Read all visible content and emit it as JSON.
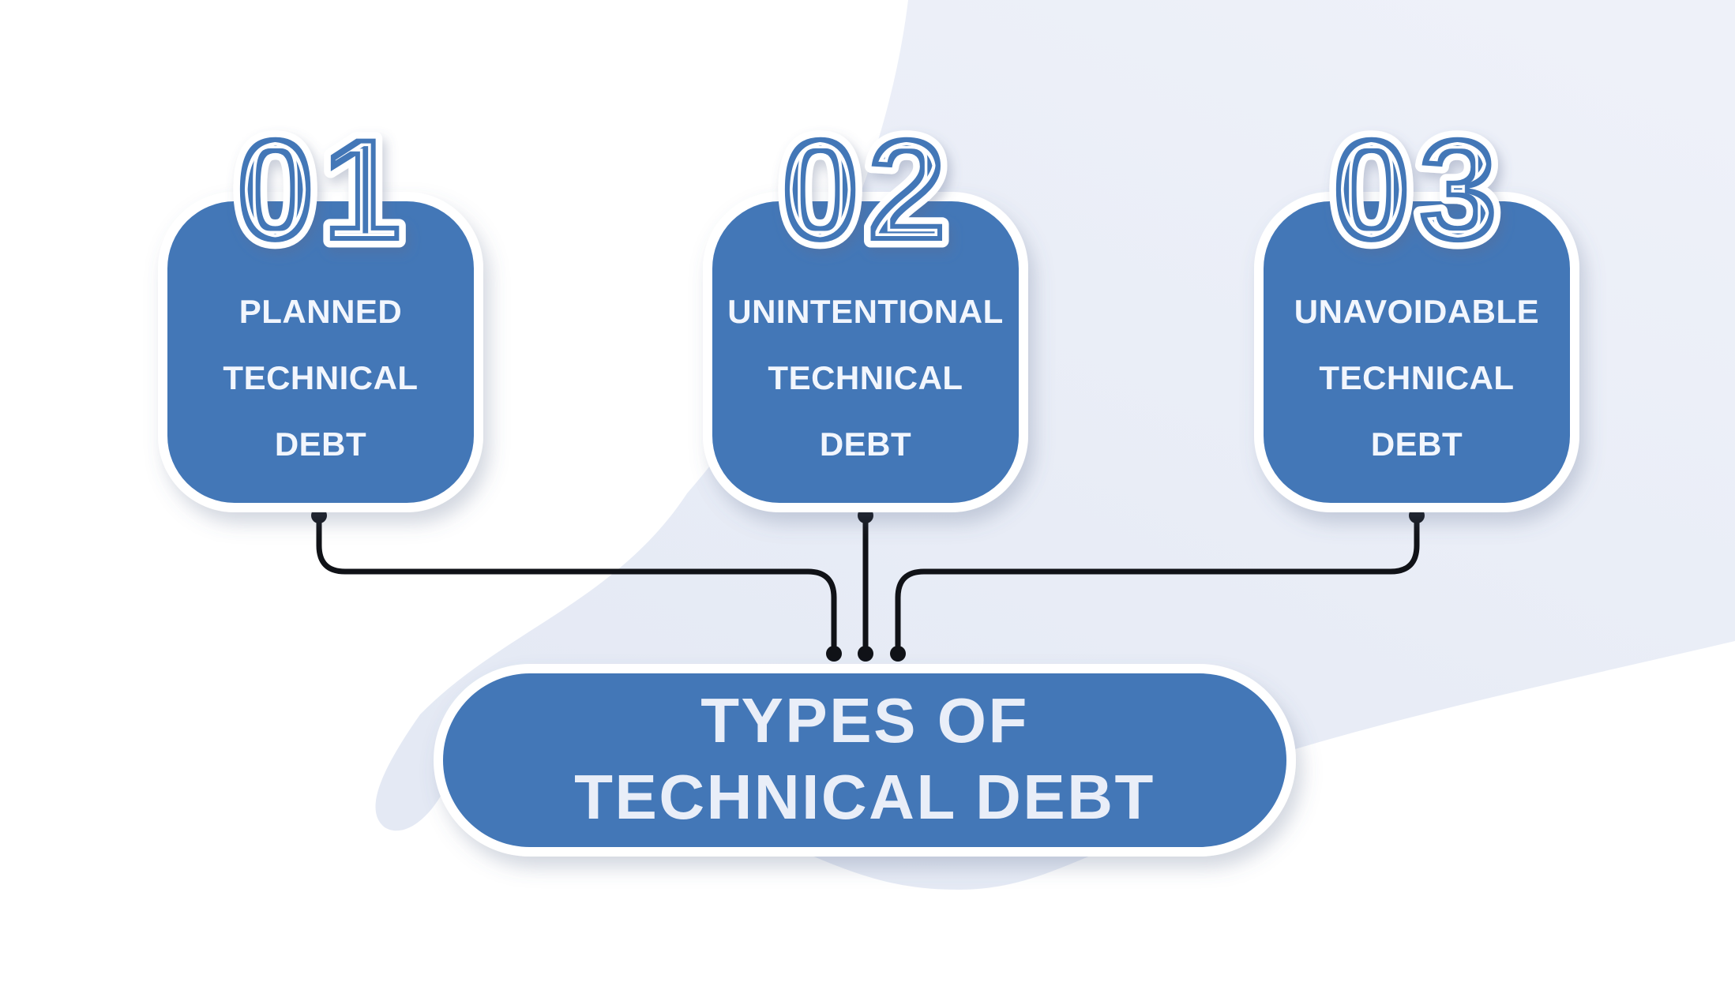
{
  "title": "Types of Technical Debt",
  "colors": {
    "accent_blue": "#4377b7",
    "background_blob": "#e9edf6",
    "blob_gradient_light": "#eef1f9",
    "blob_gradient_dark": "#e4e9f4",
    "connector_line": "#101217",
    "card_casing": "#ffffff",
    "card_label_text": "#f2f6fd",
    "pill_label_text": "#e9eef8"
  },
  "cards": [
    {
      "number": "01",
      "lines": [
        "PLANNED",
        "TECHNICAL",
        "DEBT"
      ]
    },
    {
      "number": "02",
      "lines": [
        "UNINTENTIONAL",
        "TECHNICAL",
        "DEBT"
      ]
    },
    {
      "number": "03",
      "lines": [
        "UNAVOIDABLE",
        "TECHNICAL",
        "DEBT"
      ]
    }
  ],
  "summary": {
    "lines": [
      "TYPES OF",
      "TECHNICAL DEBT"
    ]
  }
}
